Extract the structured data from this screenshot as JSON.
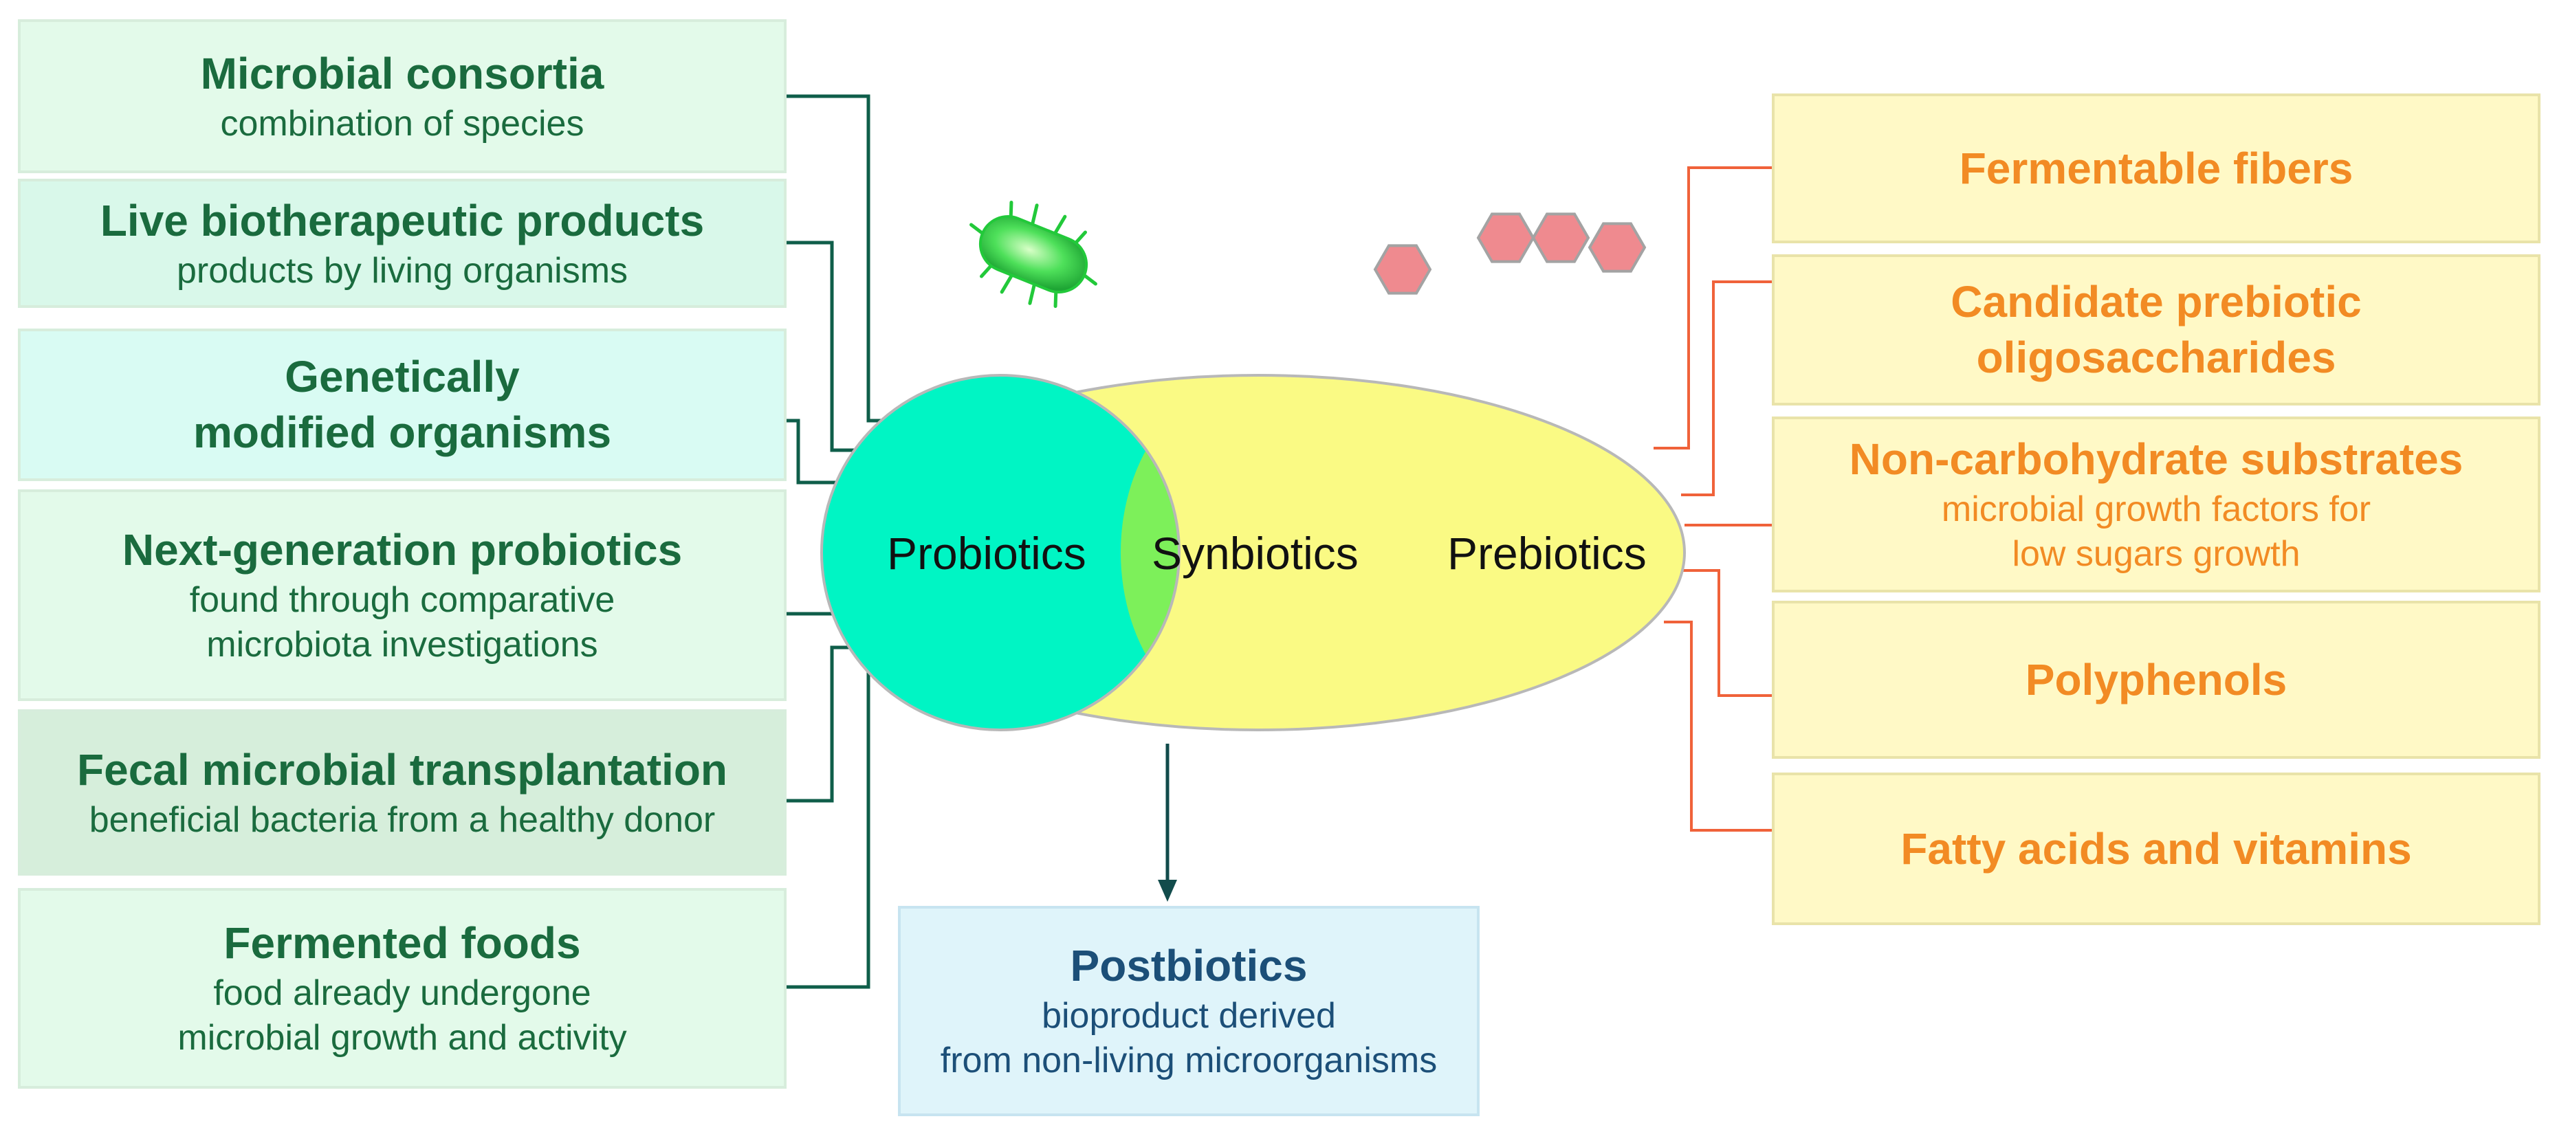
{
  "probiotic_types": [
    {
      "title": "Microbial consortia",
      "subtitle": [
        "combination of species"
      ],
      "fill": "#e3faea"
    },
    {
      "title": "Live biotherapeutic products",
      "subtitle": [
        "products by living organisms"
      ],
      "fill": "#d9f8ea"
    },
    {
      "title": [
        "Genetically",
        "modified organisms"
      ],
      "subtitle": [],
      "fill": "#d9fbf3"
    },
    {
      "title": "Next-generation probiotics",
      "subtitle": [
        "found through comparative",
        "microbiota investigations"
      ],
      "fill": "#e3faea"
    },
    {
      "title": "Fecal microbial transplantation",
      "subtitle": [
        "beneficial bacteria from a healthy donor"
      ],
      "fill": "#d6eedb"
    },
    {
      "title": "Fermented foods",
      "subtitle": [
        "food already undergone",
        "microbial growth and activity"
      ],
      "fill": "#e3faea"
    }
  ],
  "prebiotic_types": [
    {
      "title": "Fermentable fibers",
      "subtitle": []
    },
    {
      "title": [
        "Candidate prebiotic",
        "oligosaccharides"
      ],
      "subtitle": []
    },
    {
      "title": "Non-carbohydrate substrates",
      "subtitle": [
        "microbial growth factors for",
        "low sugars growth"
      ]
    },
    {
      "title": "Polyphenols",
      "subtitle": []
    },
    {
      "title": "Fatty acids and vitamins",
      "subtitle": []
    }
  ],
  "venn": {
    "left_label": "Probiotics",
    "center_label": "Synbiotics",
    "right_label": "Prebiotics"
  },
  "postbiotics": {
    "title": "Postbiotics",
    "subtitle": [
      "bioproduct derived",
      "from non-living microorganisms"
    ]
  },
  "colors": {
    "probiotics_circle": "#00f5c4",
    "synbiotics_overlap": "#7df05a",
    "prebiotics_circle": "#fafa84",
    "probiotic_connector": "#0f5e4a",
    "prebiotic_connector": "#f0623a",
    "postbiotic_arrow": "#124c4c",
    "bacterium": "#22c93a",
    "hexagon": "#ef8a8f"
  },
  "icons": [
    "bacterium-icon",
    "hexagon-icon"
  ]
}
